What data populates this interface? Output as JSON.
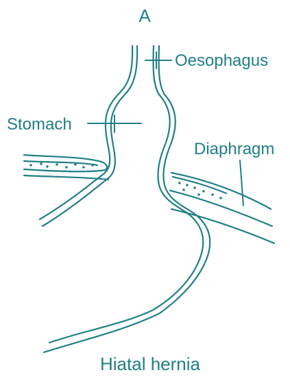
{
  "diagram": {
    "panel_letter": "A",
    "caption": "Hiatal hernia",
    "labels": {
      "oesophagus": "Oesophagus",
      "stomach": "Stomach",
      "diaphragm": "Diaphragm"
    },
    "colors": {
      "line": "#1f7f86",
      "background": "#ffffff"
    }
  }
}
